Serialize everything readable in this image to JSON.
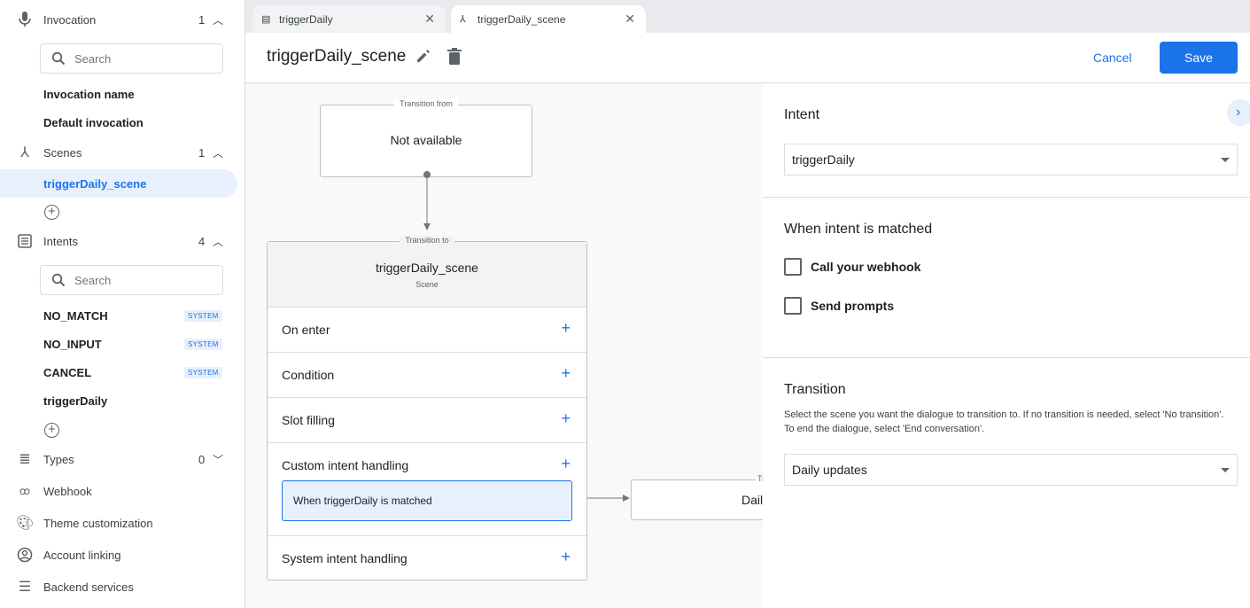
{
  "sidebar": {
    "invocation": {
      "label": "Invocation",
      "count": "1",
      "search_placeholder": "Search",
      "items": [
        "Invocation name",
        "Default invocation"
      ]
    },
    "scenes": {
      "label": "Scenes",
      "count": "1",
      "items": [
        "triggerDaily_scene"
      ]
    },
    "intents": {
      "label": "Intents",
      "count": "4",
      "search_placeholder": "Search",
      "items": [
        {
          "label": "NO_MATCH",
          "badge": "SYSTEM"
        },
        {
          "label": "NO_INPUT",
          "badge": "SYSTEM"
        },
        {
          "label": "CANCEL",
          "badge": "SYSTEM"
        },
        {
          "label": "triggerDaily"
        }
      ]
    },
    "types": {
      "label": "Types",
      "count": "0"
    },
    "links": [
      "Webhook",
      "Theme customization",
      "Account linking",
      "Backend services"
    ]
  },
  "tabs": [
    {
      "label": "triggerDaily",
      "icon": "intent-icon"
    },
    {
      "label": "triggerDaily_scene",
      "icon": "scene-icon",
      "active": true
    }
  ],
  "header": {
    "title": "triggerDaily_scene",
    "cancel": "Cancel",
    "save": "Save"
  },
  "canvas": {
    "from": {
      "tag": "Transition from",
      "text": "Not available"
    },
    "scene": {
      "tag": "Transition to",
      "title": "triggerDaily_scene",
      "subtitle": "Scene",
      "rows": [
        "On enter",
        "Condition",
        "Slot filling",
        "Custom intent handling",
        "System intent handling"
      ],
      "handler": "When triggerDaily is matched"
    },
    "target": {
      "tag": "Tr",
      "text": "Dail"
    }
  },
  "panel": {
    "intent_title": "Intent",
    "intent_value": "triggerDaily",
    "matched_title": "When intent is matched",
    "checkboxes": [
      {
        "label": "Call your webhook",
        "checked": false
      },
      {
        "label": "Send prompts",
        "checked": false
      }
    ],
    "transition_title": "Transition",
    "transition_desc": "Select the scene you want the dialogue to transition to. If no transition is needed, select 'No transition'. To end the dialogue, select 'End conversation'.",
    "transition_value": "Daily updates"
  },
  "colors": {
    "accent": "#1a73e8",
    "selected_bg": "#e8f0fe"
  }
}
